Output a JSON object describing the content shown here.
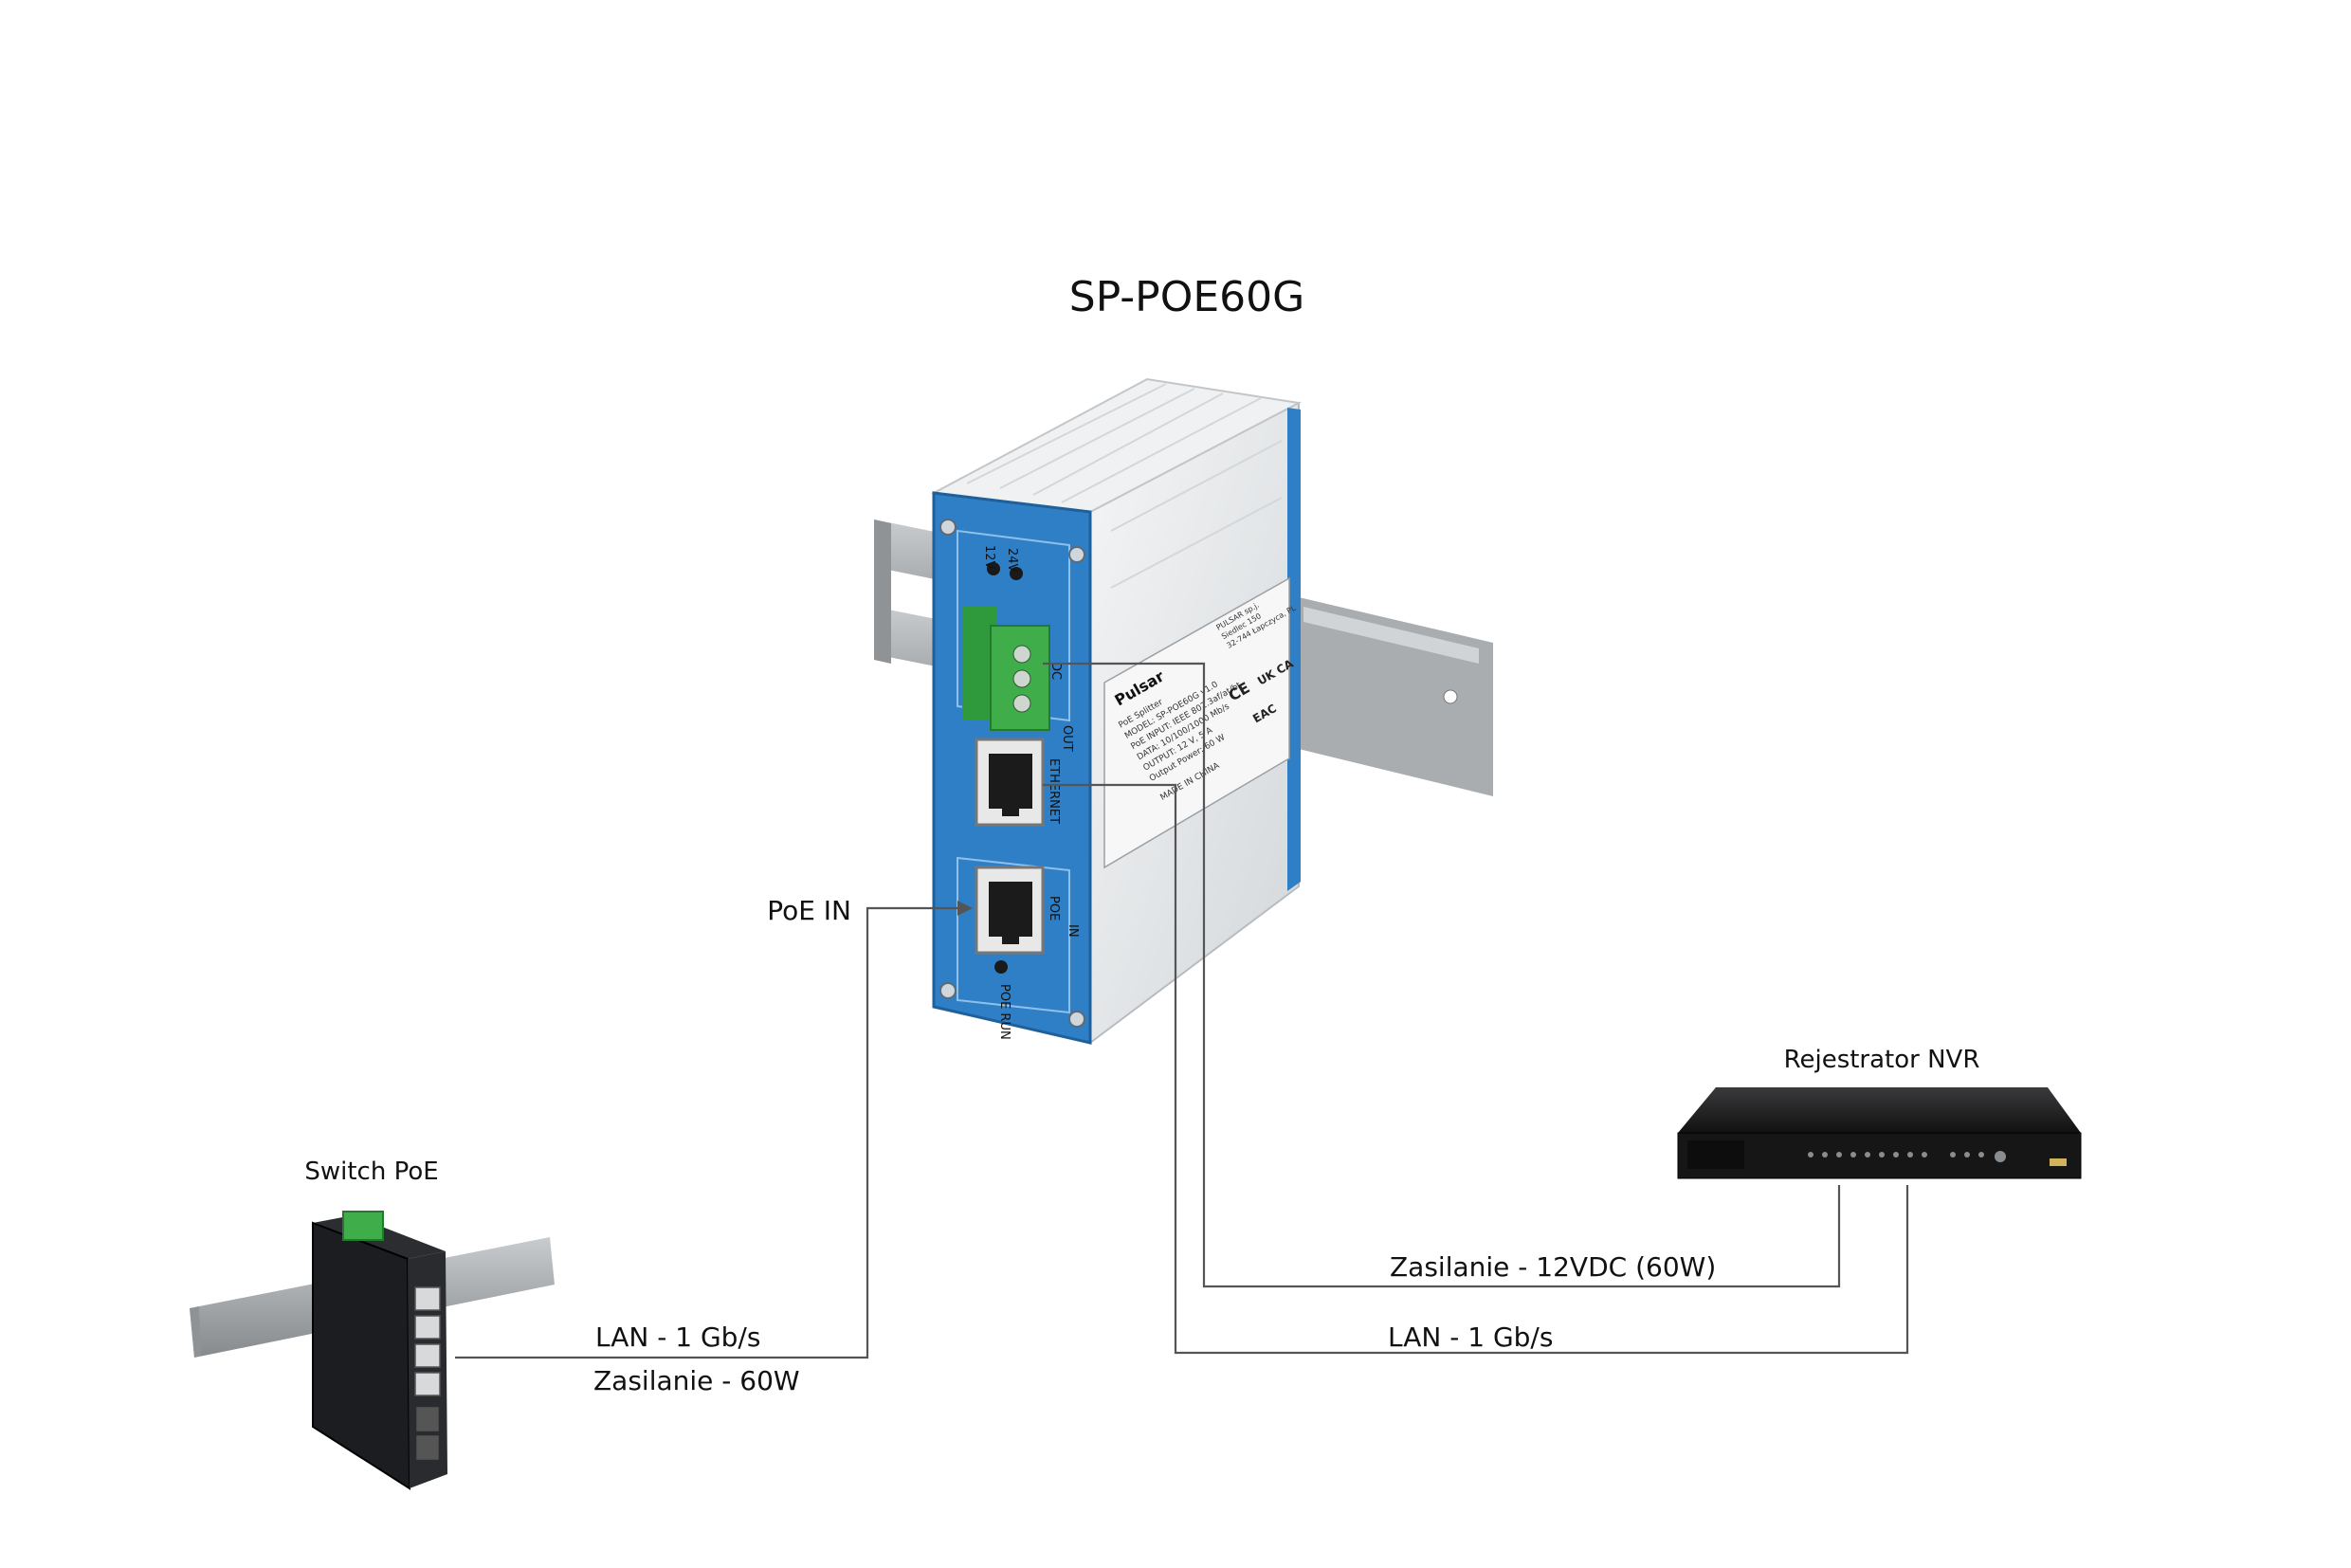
{
  "title": "SP-POE60G",
  "devices": {
    "splitter": {
      "leds": [
        "12V",
        "24V"
      ],
      "side_labels": [
        "DC",
        "OUT",
        "ETHERNET",
        "POE",
        "IN",
        "POE RUN"
      ],
      "brand": "Pulsar",
      "plate_lines": [
        "PoE Splitter",
        "MODEL: SP-POE60G v1.0",
        "PoE INPUT: IEEE 802.3af/at/bt",
        "DATA: 10/100/1000 Mb/s",
        "OUTPUT: 12 V, 5 A",
        "Output Power: 60 W",
        "MADE IN CHINA"
      ],
      "address_lines": [
        "PULSAR sp.j.",
        "Siedlec 150",
        "32-744 Łapczyca, PL"
      ],
      "marks": [
        "CE",
        "UK CA",
        "EAC"
      ]
    },
    "switch": {
      "label": "Switch PoE"
    },
    "nvr": {
      "label": "Rejestrator NVR"
    }
  },
  "connections": {
    "poe_in": "PoE IN",
    "switch_lan": "LAN - 1 Gb/s",
    "switch_power": "Zasilanie - 60W",
    "nvr_power": "Zasilanie - 12VDC (60W)",
    "nvr_lan": "LAN - 1 Gb/s"
  },
  "colors": {
    "splitter_front": "#2f7fc6",
    "splitter_body": "#e4e7ea",
    "terminal_green": "#3fae4a",
    "wire": "#555555",
    "switch_body": "#1c1d20",
    "nvr_body": "#1a1a1a"
  }
}
